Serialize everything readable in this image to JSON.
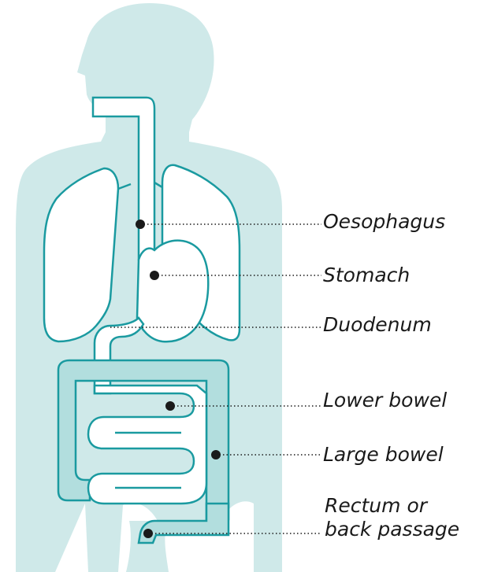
{
  "colors": {
    "body_fill": "#cfe9e9",
    "outline": "#1a9aa0",
    "organ_fill": "#ffffff",
    "large_bowel_fill": "#b2dede",
    "leader": "#1a1a1a",
    "text": "#1a1a1a"
  },
  "labels": {
    "oesophagus": "Oesophagus",
    "stomach": "Stomach",
    "duodenum": "Duodenum",
    "lower_bowel": "Lower bowel",
    "large_bowel": "Large bowel",
    "rectum_line1": "Rectum or",
    "rectum_line2": "back passage"
  }
}
